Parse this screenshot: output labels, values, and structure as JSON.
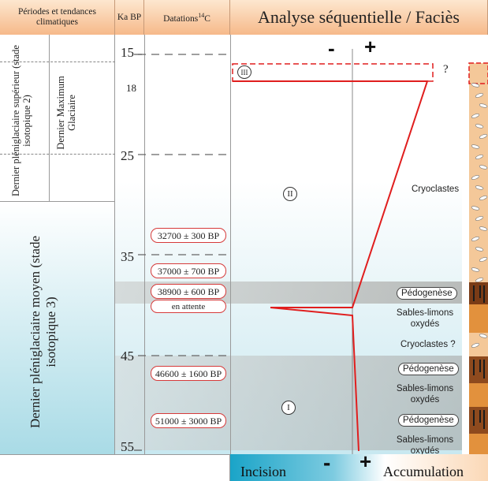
{
  "headers": {
    "periods": "Périodes et tendances climatiques",
    "ka_bp": "Ka BP",
    "datations": "Datations",
    "datations_sup": "14",
    "datations_c": "C",
    "analyse": "Analyse séquentielle / Faciès"
  },
  "periods": {
    "upper": "Dernier pléniglaciaire supérieur (stade isotopique 2)",
    "lgm": "Dernier Maximum Glaciaire",
    "middle": "Dernier pléniglaciaire moyen (stade isotopique 3)"
  },
  "ticks": {
    "t15": "15",
    "t18": "18",
    "t25": "25",
    "t35": "35",
    "t45": "45",
    "t55": "55"
  },
  "datations": [
    "32700 ± 300 BP",
    "37000 ± 700 BP",
    "38900 ± 600 BP",
    "en attente",
    "46600 ± 1600 BP",
    "51000 ± 3000 BP"
  ],
  "sequences": {
    "s1": "I",
    "s2": "II",
    "s3": "III"
  },
  "trend_signs": {
    "minus": "-",
    "plus": "+",
    "question": "?"
  },
  "facies": {
    "cryoclastes": "Cryoclastes",
    "pedogenese_1": "Pédogenèse",
    "sables_1": "Sables-limons oxydés",
    "cryoclastes_q": "Cryoclastes ?",
    "pedogenese_2": "Pédogenèse",
    "sables_2": "Sables-limons oxydés",
    "pedogenese_3": "Pédogenèse",
    "sables_3": "Sables-limons oxydés"
  },
  "footer": {
    "incision": "Incision",
    "minus": "-",
    "plus": "+",
    "accumulation": "Accumulation"
  },
  "colors": {
    "header_top": "#fde7cf",
    "header_bottom": "#f6b98a",
    "period_blue_top": "#ffffff",
    "period_blue_bottom": "#a9dbe6",
    "curve_red": "#e01e1e",
    "pedogenese_band": "#b9b9b6",
    "footer_blue": "#1aa4c8"
  }
}
